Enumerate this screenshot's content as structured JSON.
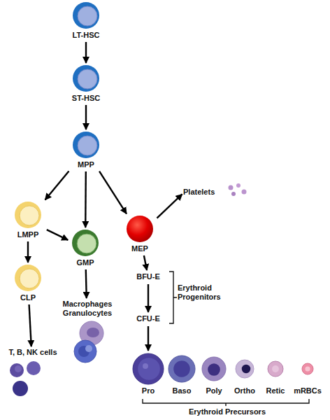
{
  "diagram": {
    "nodes": [
      {
        "text": [
          "LT-HSC"
        ]
      },
      {
        "text": [
          "ST-HSC"
        ]
      },
      {
        "text": [
          "MPP"
        ]
      },
      {
        "text": [
          "Platelets"
        ]
      },
      {
        "text": [
          "LMPP"
        ]
      },
      {
        "text": [
          "GMP"
        ]
      },
      {
        "text": [
          "MEP"
        ]
      },
      {
        "text": [
          "CLP"
        ]
      },
      {
        "text": [
          "BFU-E"
        ]
      },
      {
        "text": [
          "Macrophages Granulocytes"
        ]
      },
      {
        "text": [
          "CFU-E"
        ]
      },
      {
        "text": [
          "T, B, NK cells"
        ]
      },
      {
        "text": [
          "Pro"
        ]
      },
      {
        "text": [
          "Baso"
        ]
      },
      {
        "text": [
          "Poly"
        ]
      },
      {
        "text": [
          "Ortho"
        ]
      },
      {
        "text": [
          "Retic"
        ]
      },
      {
        "text": [
          "mRBCs"
        ]
      }
    ],
    "edges": [
      {
        "from": 0,
        "to": 1,
        "arrow": "to"
      },
      {
        "from": 1,
        "to": 2,
        "arrow": "to"
      },
      {
        "from": 2,
        "to": 4,
        "arrow": "to"
      },
      {
        "from": 2,
        "to": 5,
        "arrow": "to"
      },
      {
        "from": 2,
        "to": 6,
        "arrow": "to"
      },
      {
        "from": 6,
        "to": 3,
        "arrow": "to"
      },
      {
        "from": 4,
        "to": 5,
        "arrow": "to"
      },
      {
        "from": 4,
        "to": 7,
        "arrow": "to"
      },
      {
        "from": 5,
        "to": 9,
        "arrow": "to"
      },
      {
        "from": 6,
        "to": 8,
        "arrow": "to"
      },
      {
        "from": 8,
        "to": 10,
        "arrow": "to"
      },
      {
        "from": 7,
        "to": 11,
        "arrow": "to"
      },
      {
        "from": 10,
        "to": 12,
        "arrow": "to"
      }
    ],
    "labels": [
      "Erythroid Progenitors",
      "Erythroid Precursors"
    ]
  }
}
